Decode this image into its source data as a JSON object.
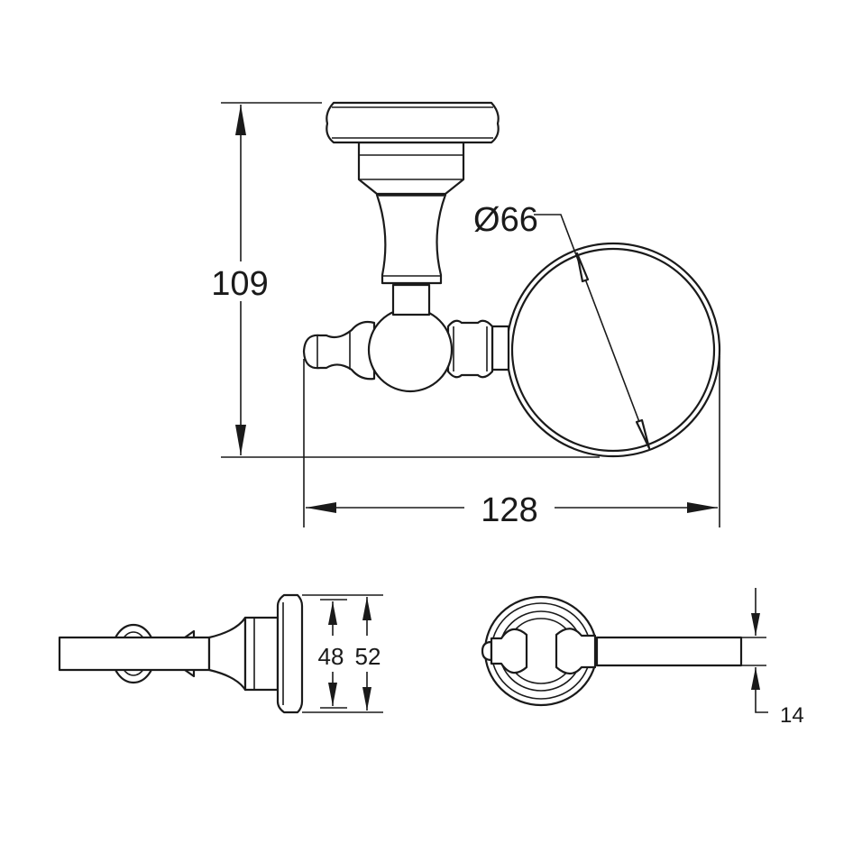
{
  "drawing": {
    "front_view": {
      "height_dim": "109",
      "width_dim": "128",
      "diameter_dim": "66",
      "diameter_symbol": "Ø"
    },
    "side_view": {
      "inner_plate_dim": "48",
      "outer_plate_dim": "52"
    },
    "top_view": {
      "bar_thickness_dim": "14"
    },
    "line_color": "#1a1a1a",
    "background_color": "#ffffff"
  }
}
